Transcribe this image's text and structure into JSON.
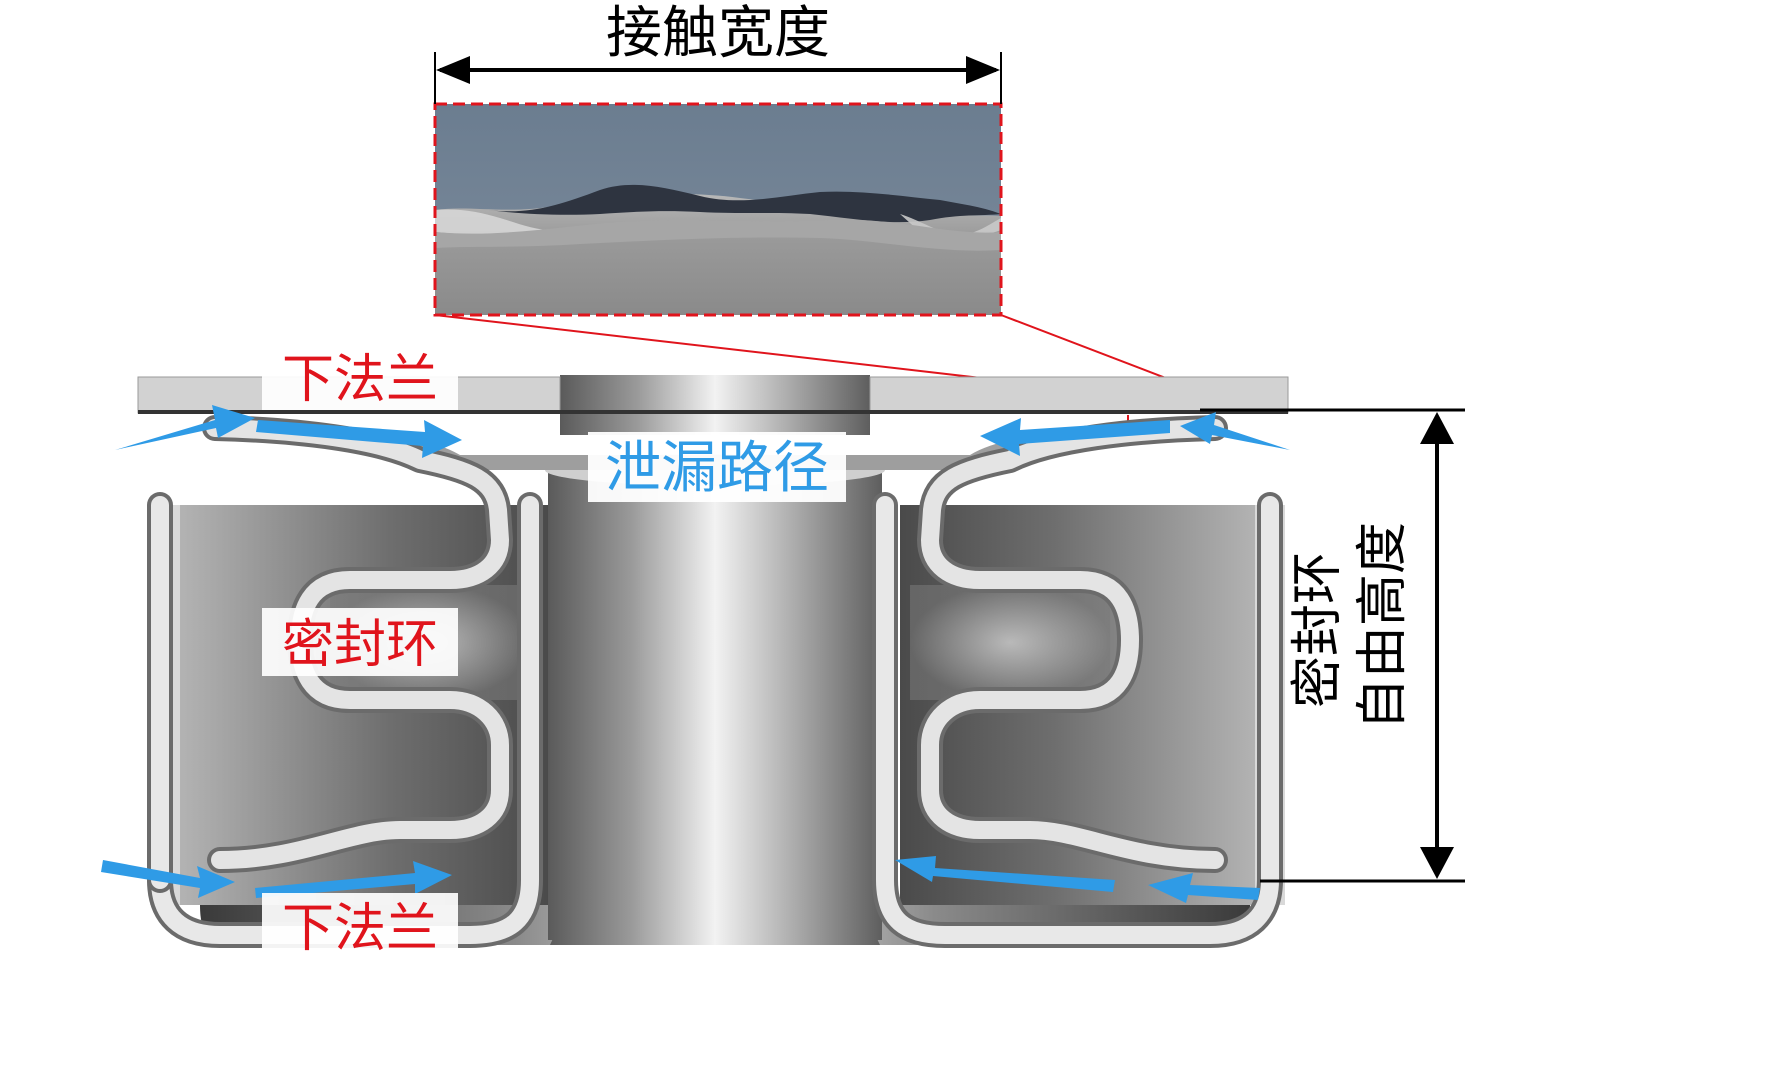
{
  "labels": {
    "contact_width": "接触宽度",
    "lower_flange_top": "下法兰",
    "lower_flange_bottom": "下法兰",
    "seal_ring": "密封环",
    "leak_path": "泄漏路径",
    "free_height_line1": "密封环",
    "free_height_line2": "自由高度"
  },
  "colors": {
    "callout_red": "#e0141c",
    "leak_blue": "#2f9be6",
    "label_red": "#e0141c",
    "label_blue": "#2f9be6",
    "upper_surface": "#6e7f92",
    "lower_surface": "#8c8c8c"
  }
}
